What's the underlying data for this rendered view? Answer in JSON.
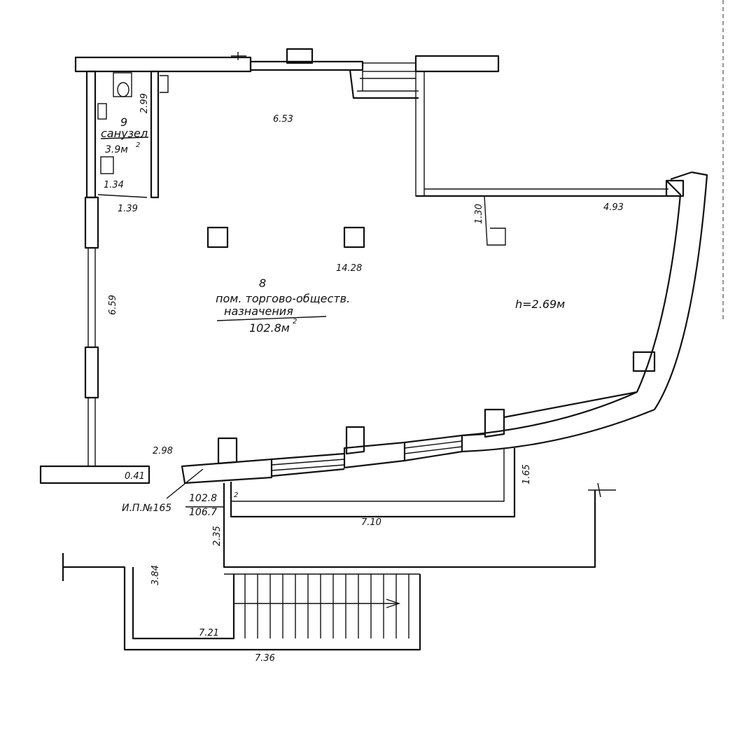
{
  "rooms": {
    "bathroom": {
      "number": "9",
      "name": "санузел",
      "area": "3.9м",
      "area_sup": "2"
    },
    "trade": {
      "number": "8",
      "name_line1": "пом. торгово-обществ.",
      "name_line2": "назначения",
      "area": "102.8м",
      "area_sup": "2"
    }
  },
  "ceiling_height": "h=2.69м",
  "inventory": {
    "label": "И.П.№165",
    "area_top": "102.8",
    "area_bottom": "106.7",
    "area_sup": "2"
  },
  "dimensions": {
    "top_room": "6.53",
    "bath_height": "2.99",
    "bath_width_a": "1.34",
    "bath_width_b": "1.39",
    "right_width": "4.93",
    "right_notch": "1.30",
    "main_width": "14.28",
    "left_wall": "6.59",
    "bottom_left": "2.98",
    "wall_thickness": "0.41",
    "porch_depth": "1.65",
    "porch_width": "7.10",
    "stair_offset": "2.35",
    "stair_depth": "3.84",
    "stair_inner": "7.21",
    "stair_outer": "7.36"
  },
  "colors": {
    "ink": "#111111",
    "paper": "#ffffff"
  }
}
